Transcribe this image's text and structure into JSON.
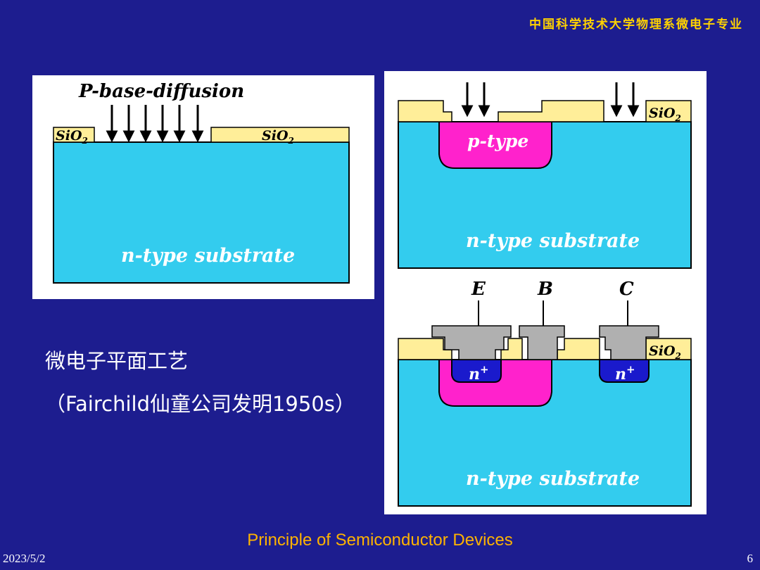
{
  "header": {
    "institution": "中国科学技术大学物理系微电子专业"
  },
  "diagram_a": {
    "title": "P-base-diffusion",
    "oxide_left": "SiO",
    "oxide_left_sub": "2",
    "oxide_right": "SiO",
    "oxide_right_sub": "2",
    "substrate": "n-type substrate"
  },
  "diagram_b": {
    "oxide": "SiO",
    "oxide_sub": "2",
    "region": "p-type",
    "substrate": "n-type substrate"
  },
  "diagram_c": {
    "emitter": "E",
    "base": "B",
    "collector": "C",
    "oxide": "SiO",
    "oxide_sub": "2",
    "n_plus_left": "n",
    "n_plus_right": "n",
    "plus_sign": "+",
    "substrate": "n-type substrate"
  },
  "caption": {
    "title": "微电子平面工艺",
    "subtitle": "（Fairchild仙童公司发明1950s）"
  },
  "footer": {
    "course": "Principle of Semiconductor Devices",
    "date": "2023/5/2",
    "page": "6"
  },
  "colors": {
    "background": "#1d1d8f",
    "substrate": "#33ccee",
    "oxide": "#ffee99",
    "p_region": "#ff22cc",
    "n_plus": "#1a1acc",
    "metal": "#b0b0b0",
    "header_text": "#ffd200",
    "footer_title": "#ffb300"
  }
}
